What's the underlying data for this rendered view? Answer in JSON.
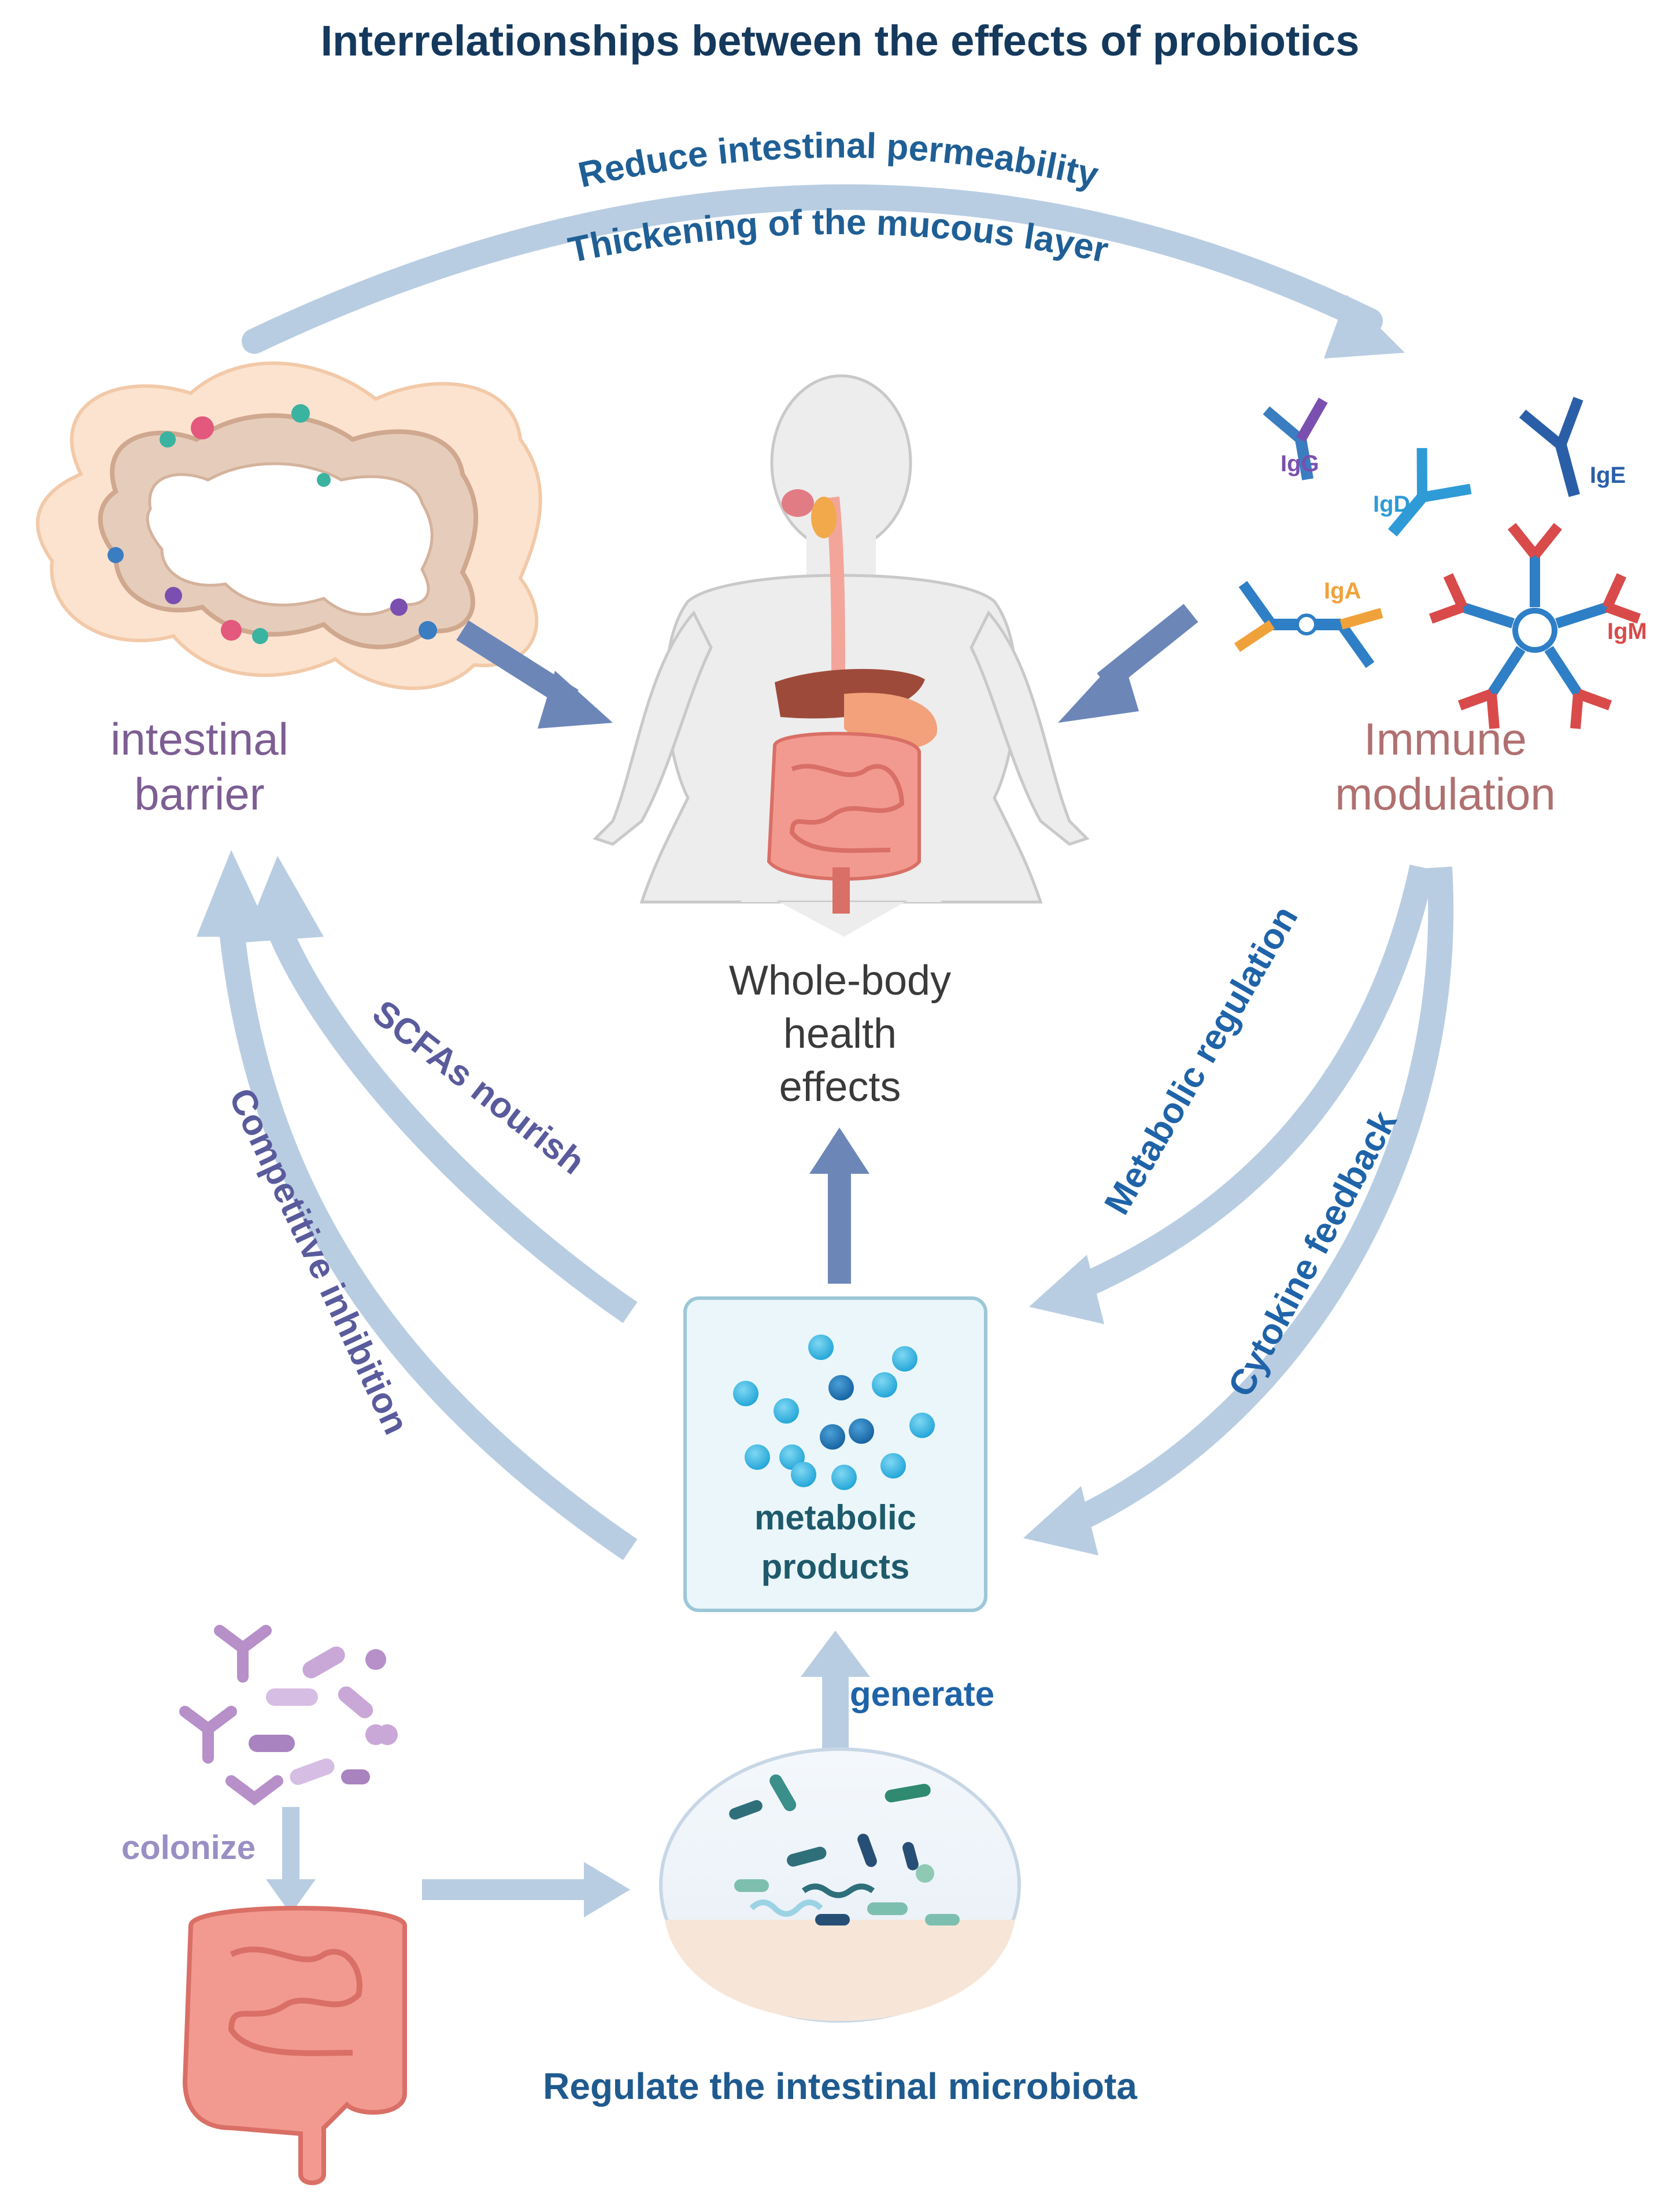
{
  "title": "Interrelationships between the effects of probiotics",
  "top_arrow": {
    "line1": "Reduce intestinal permeability",
    "line2": "Thickening of the mucous layer"
  },
  "nodes": {
    "barrier": {
      "line1": "intestinal",
      "line2": "barrier"
    },
    "immune": {
      "line1": "Immune",
      "line2": "modulation"
    },
    "center": {
      "line1": "Whole-body",
      "line2": "health",
      "line3": "effects"
    },
    "metabolic": {
      "line1": "metabolic",
      "line2": "products"
    },
    "microbiota": {
      "caption": "Regulate the intestinal microbiota"
    }
  },
  "antibodies": {
    "igg": "IgG",
    "igd": "IgD",
    "ige": "IgE",
    "iga": "IgA",
    "igm": "IgM"
  },
  "edges": {
    "scfas": "SCFAs nourish",
    "competitive": "Competitive inhibition",
    "metabolic_regulation": "Metabolic regulation",
    "cytokine": "Cytokine feedback",
    "generate": "generate",
    "colonize": "colonize"
  },
  "colors": {
    "title": "#14395c",
    "top_text": "#1f5f95",
    "arrow_light": "#b9cde2",
    "arrow_dark": "#6c86b8",
    "barrier_label": "#7d5e93",
    "immune_label": "#b07070",
    "center_label": "#3a3a3a",
    "purple_text": "#5a5b9c",
    "blue_text": "#1f63a8",
    "teal_text": "#1e5a6b",
    "microbiota_text": "#1f5a8f",
    "colonize_text": "#9a8fc4"
  }
}
